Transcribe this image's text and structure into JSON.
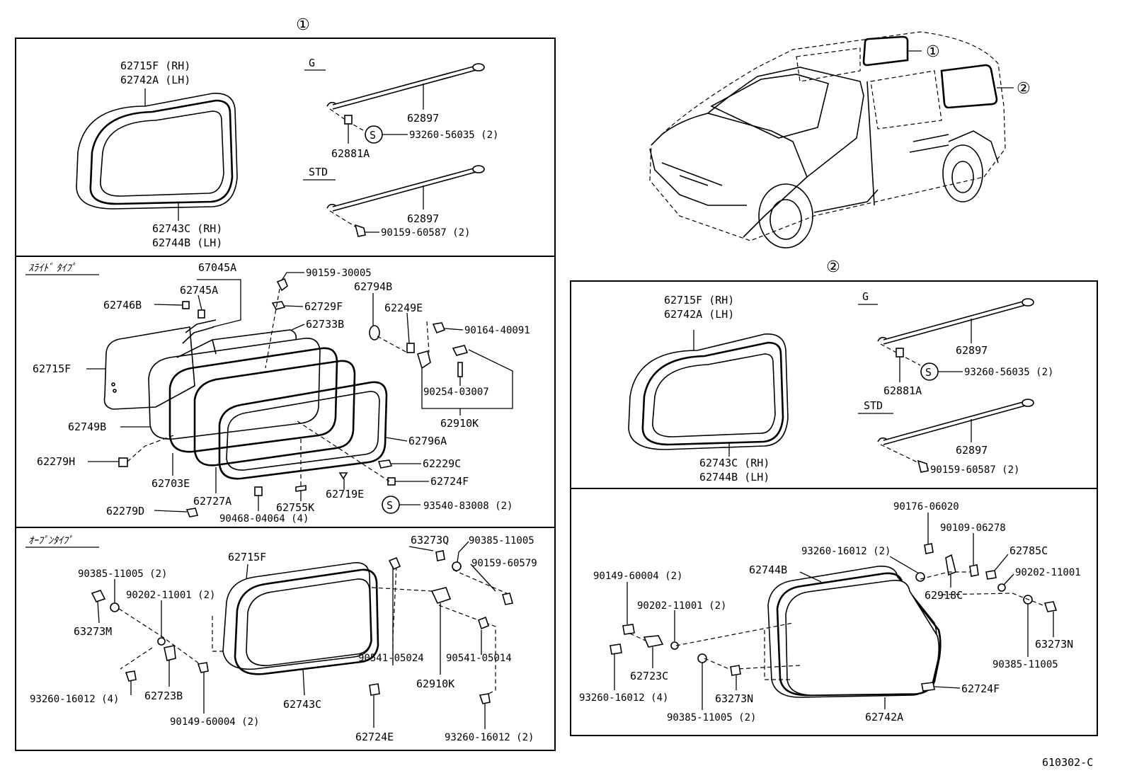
{
  "markers": {
    "one": "①",
    "two": "②"
  },
  "diagram_id": "610302-C",
  "panel1": {
    "top": {
      "glass_labels": [
        "62715F (RH)",
        "62742A (LH)"
      ],
      "frame_labels": [
        "62743C (RH)",
        "62744B (LH)"
      ],
      "g_title": "G",
      "std_title": "STD",
      "g_strut": "62897",
      "g_clip": "62881A",
      "g_screw_sym": "S",
      "g_screw": "93260-56035 (2)",
      "std_strut": "62897",
      "std_bolt": "90159-60587 (2)"
    },
    "slide": {
      "title": "ｽﾗｲﾄﾞ ﾀｲﾌﾟ",
      "labels": {
        "p67045A": "67045A",
        "p62745A": "62745A",
        "p62746B": "62746B",
        "p90159_30005": "90159-30005",
        "p62729F": "62729F",
        "p62733B": "62733B",
        "p62794B": "62794B",
        "p62249E": "62249E",
        "p90164_40091": "90164-40091",
        "p62715F": "62715F",
        "p90254_03007": "90254-03007",
        "p62910K": "62910K",
        "p62749B": "62749B",
        "p62796A": "62796A",
        "p62279H": "62279H",
        "p62229C": "62229C",
        "p62703E": "62703E",
        "p62724F": "62724F",
        "p62719E": "62719E",
        "p62727A": "62727A",
        "p62755K": "62755K",
        "s_sym": "S",
        "p93540_83008": "93540-83008 (2)",
        "p62279D": "62279D",
        "p90468_04064": "90468-04064 (4)"
      }
    },
    "open": {
      "title": "ｵｰﾌﾟﾝﾀｲﾌﾟ",
      "labels": {
        "p63273Q": "63273Q",
        "p90385_11005a": "90385-11005",
        "p62715F": "62715F",
        "p90385_11005b": "90385-11005 (2)",
        "p90159_60579": "90159-60579",
        "p90202_11001": "90202-11001 (2)",
        "p63273M": "63273M",
        "p90541_05024": "90541-05024",
        "p90541_05014": "90541-05014",
        "p62910K": "62910K",
        "p93260_16012a": "93260-16012 (4)",
        "p62723B": "62723B",
        "p62743C": "62743C",
        "p90149_60004": "90149-60004 (2)",
        "p62724E": "62724E",
        "p93260_16012b": "93260-16012 (2)"
      }
    }
  },
  "panel2": {
    "top": {
      "glass_labels": [
        "62715F (RH)",
        "62742A (LH)"
      ],
      "frame_labels": [
        "62743C (RH)",
        "62744B (LH)"
      ],
      "g_title": "G",
      "std_title": "STD",
      "g_strut": "62897",
      "g_clip": "62881A",
      "g_screw_sym": "S",
      "g_screw": "93260-56035 (2)",
      "std_strut": "62897",
      "std_bolt": "90159-60587 (2)"
    },
    "bottom": {
      "labels": {
        "p90176_06020": "90176-06020",
        "p90109_06278": "90109-06278",
        "p93260_16012a": "93260-16012 (2)",
        "p62785C": "62785C",
        "p62744B": "62744B",
        "p90202_11001a": "90202-11001",
        "p90149_60004": "90149-60004 (2)",
        "p62918C": "62918C",
        "p90202_11001b": "90202-11001 (2)",
        "p63273N_right": "63273N",
        "p62723C": "62723C",
        "p90385_11005a": "90385-11005",
        "p93260_16012b": "93260-16012 (4)",
        "p63273N_low": "63273N",
        "p62724F": "62724F",
        "p90385_11005b": "90385-11005 (2)",
        "p62742A": "62742A"
      }
    }
  }
}
